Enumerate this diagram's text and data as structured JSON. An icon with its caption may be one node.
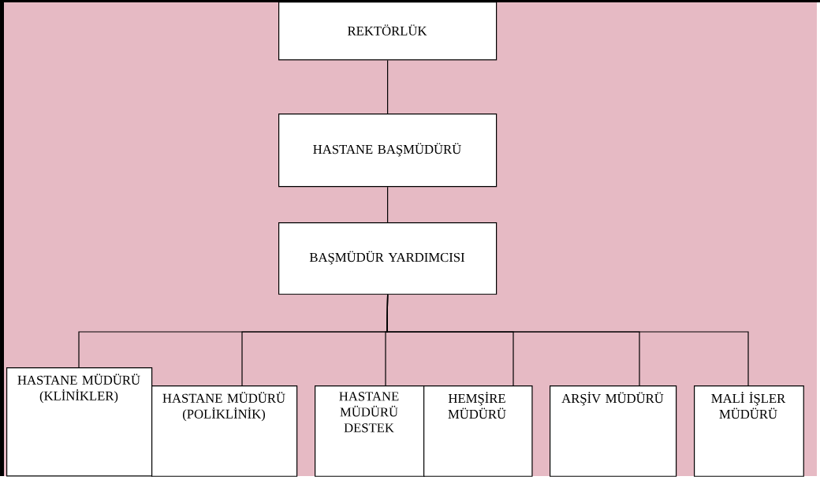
{
  "diagram": {
    "nodes": [
      {
        "text": [
          "REKTÖRLÜK"
        ]
      },
      {
        "text": [
          "HASTANE BAŞMÜDÜRÜ"
        ]
      },
      {
        "text": [
          "BAŞMÜDÜR YARDIMCISI"
        ]
      },
      {
        "text": [
          "HASTANE MÜDÜRÜ (KLİNİKLER)"
        ]
      },
      {
        "text": [
          "HASTANE MÜDÜRÜ (POLİKLİNİK)"
        ]
      },
      {
        "text": [
          "HASTANE MÜDÜRÜ DESTEK"
        ]
      },
      {
        "text": [
          "HEMŞİRE MÜDÜRÜ"
        ]
      },
      {
        "text": [
          "ARŞİV MÜDÜRÜ"
        ]
      },
      {
        "text": [
          "MALİ İŞLER MÜDÜRÜ"
        ]
      }
    ],
    "edges": [
      {
        "from": 0,
        "to": 1,
        "arrow": "none"
      },
      {
        "from": 1,
        "to": 2,
        "arrow": "none"
      },
      {
        "from": 2,
        "to": 3,
        "arrow": "none"
      },
      {
        "from": 2,
        "to": 4,
        "arrow": "none"
      },
      {
        "from": 2,
        "to": 5,
        "arrow": "none"
      },
      {
        "from": 2,
        "to": 6,
        "arrow": "none"
      },
      {
        "from": 2,
        "to": 7,
        "arrow": "none"
      },
      {
        "from": 2,
        "to": 8,
        "arrow": "none"
      }
    ]
  }
}
